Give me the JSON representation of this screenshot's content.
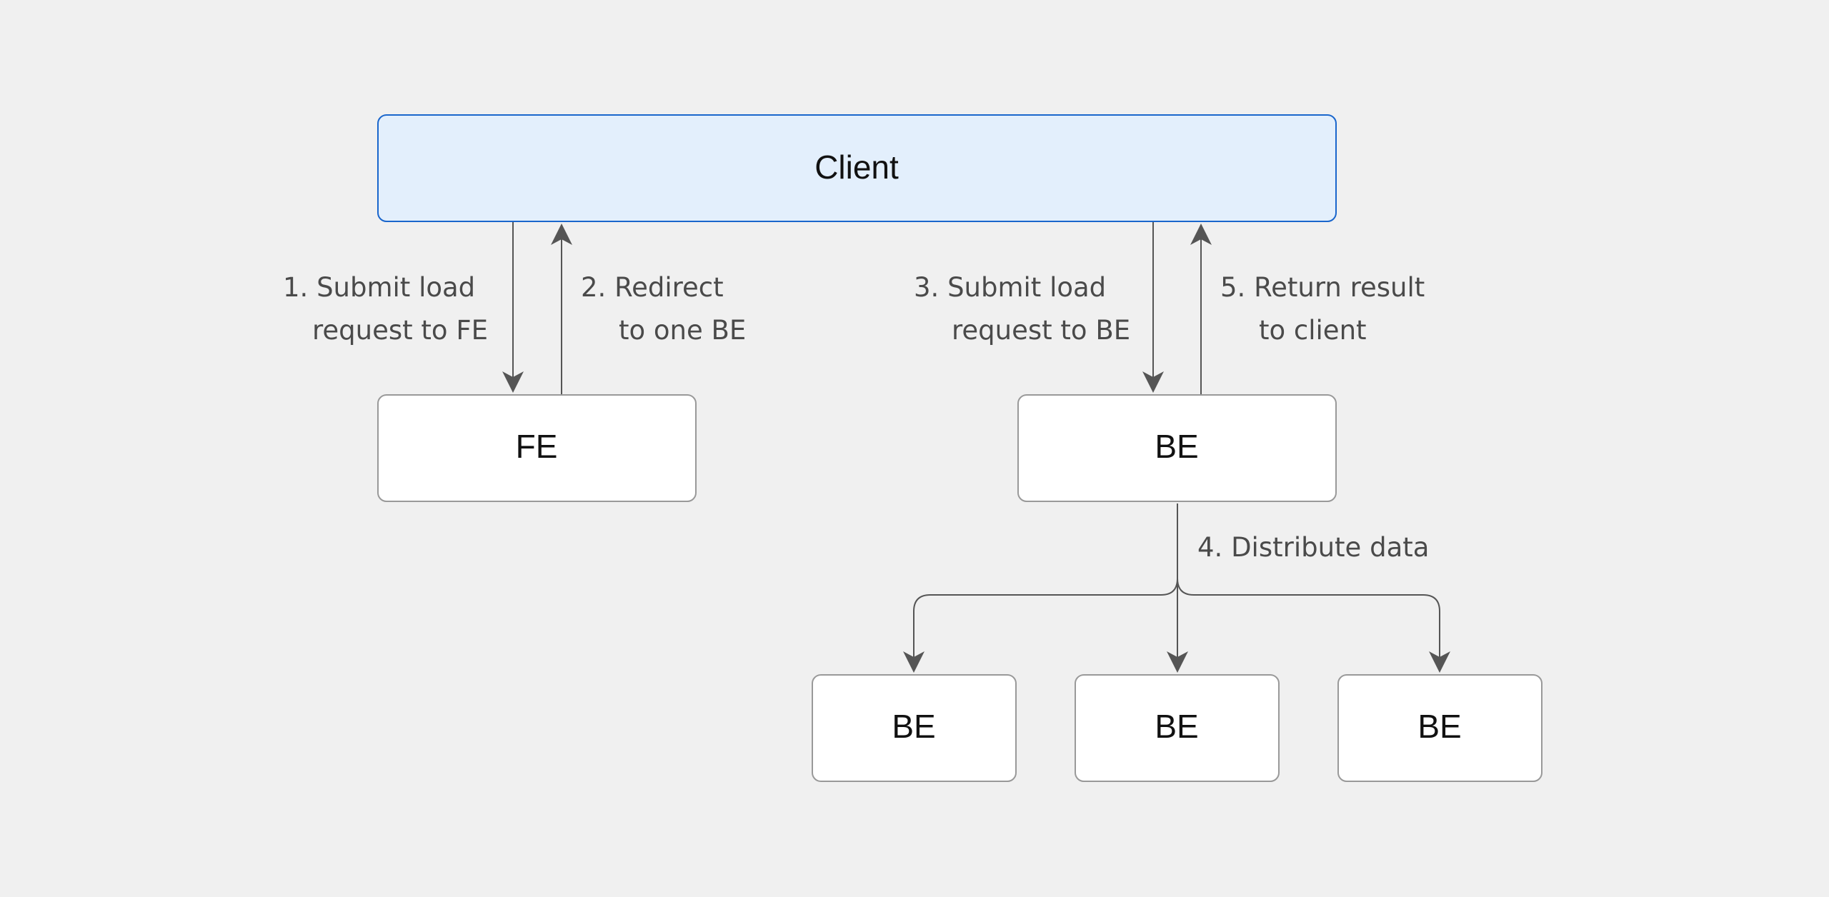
{
  "nodes": {
    "client": "Client",
    "fe": "FE",
    "be_main": "BE",
    "be_1": "BE",
    "be_2": "BE",
    "be_3": "BE"
  },
  "edges": {
    "submit_fe": [
      "1. Submit load",
      "request to FE"
    ],
    "redirect": [
      "2. Redirect",
      "to one BE"
    ],
    "submit_be": [
      "3. Submit load",
      "request to BE"
    ],
    "distribute": "4. Distribute data",
    "return": [
      "5. Return result",
      "to client"
    ]
  },
  "colors": {
    "background": "#f0f0f0",
    "client_fill": "#e3effc",
    "client_border": "#1a66cc",
    "node_fill": "#ffffff",
    "node_border": "#999999",
    "line": "#555555"
  }
}
